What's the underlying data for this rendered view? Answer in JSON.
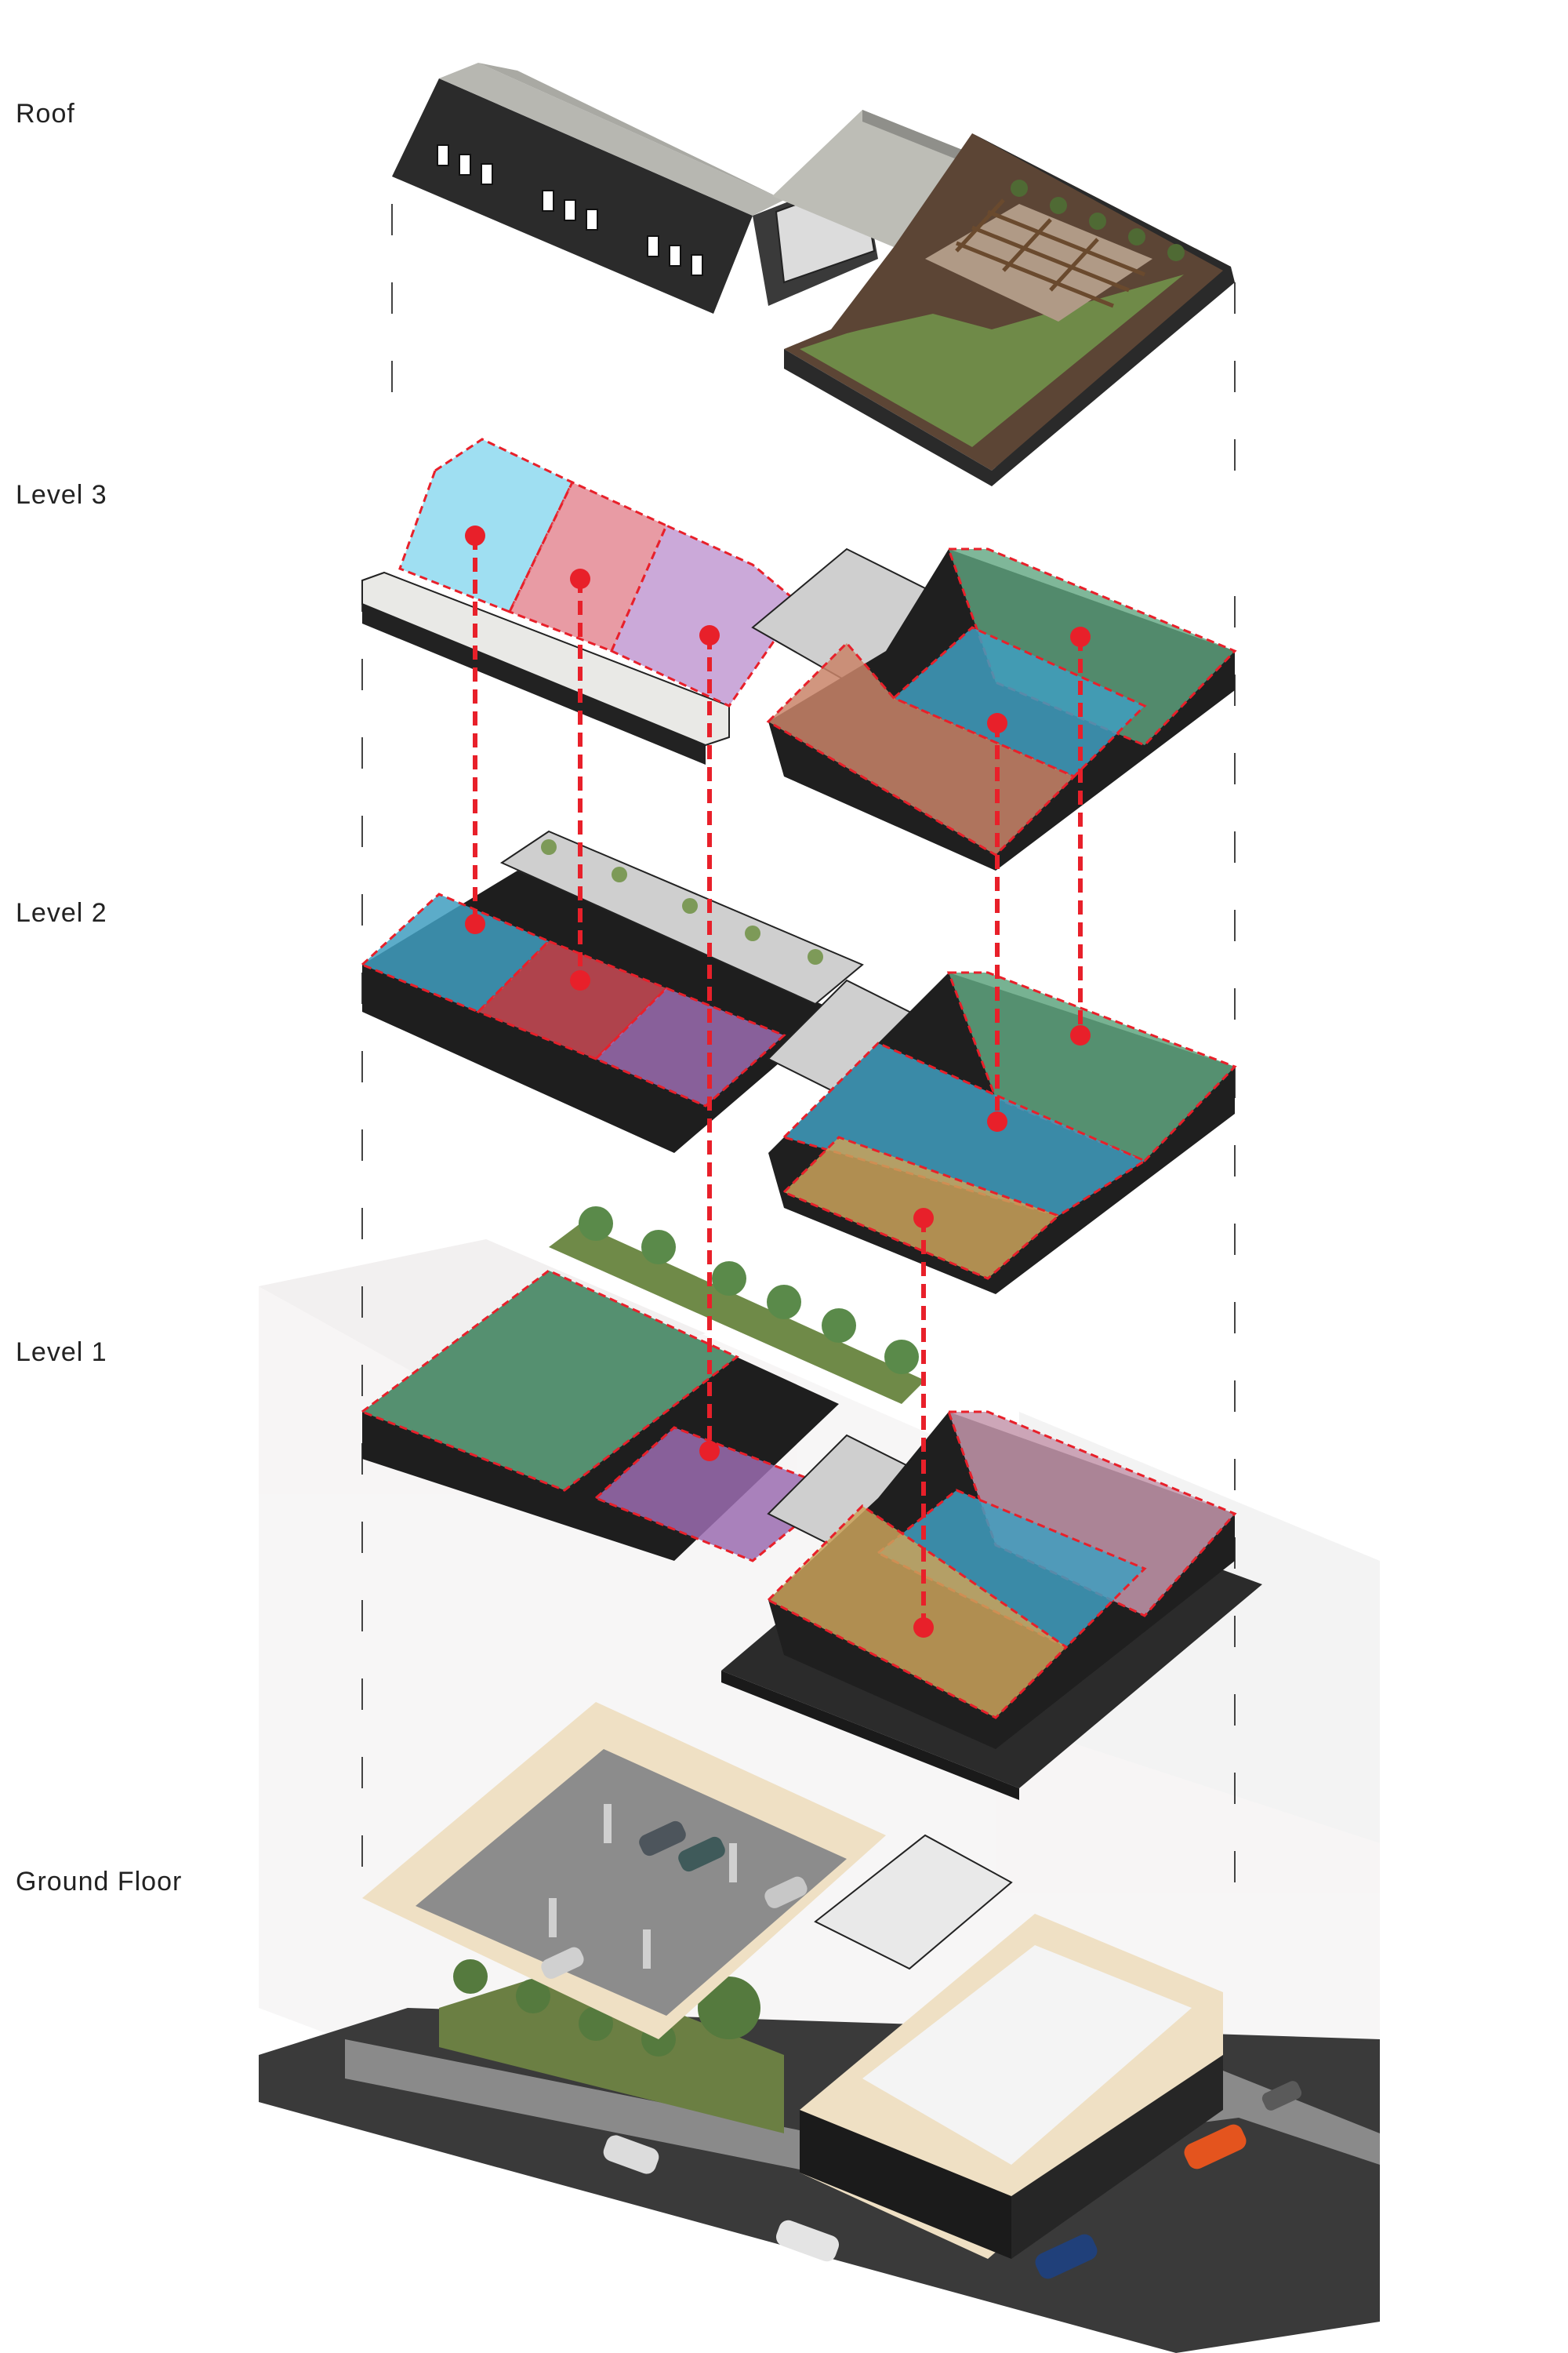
{
  "labels": {
    "roof": "Roof",
    "level3": "Level 3",
    "level2": "Level 2",
    "level1": "Level 1",
    "ground": "Ground Floor"
  },
  "colors": {
    "red_marker": "#e8202a",
    "blue": "#3f9ec0",
    "green": "#5fa57f",
    "pink": "#e07a86",
    "purple": "#9b6cb0",
    "tan": "#caa25a",
    "salmon": "#c98468",
    "mauve": "#c496ac",
    "light_blue": "#7fd4ee",
    "roof_grey": "#b5b5b0",
    "dark_frame": "#2a2a2a",
    "lawn": "#6e8a4a",
    "wall_cream": "#efe0c4"
  }
}
